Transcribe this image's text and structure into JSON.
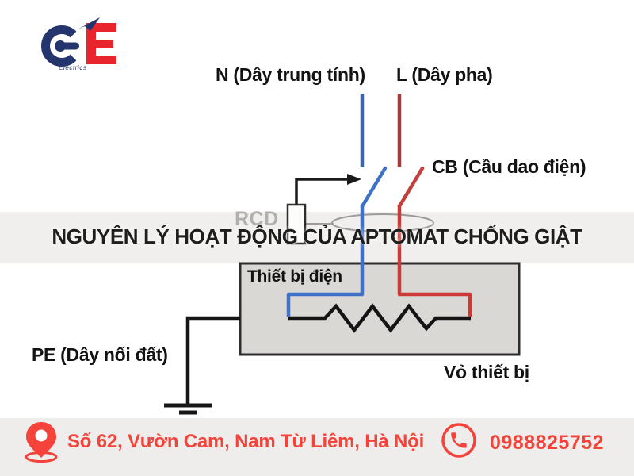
{
  "logo": {
    "letter_e": "E",
    "subtitle": "Electrics"
  },
  "diagram": {
    "label_neutral": "N (Dây trung tính)",
    "label_line": "L (Dây pha)",
    "label_cb": "CB (Cầu dao điện)",
    "label_rcd": "RCD",
    "banner_title": "NGUYÊN LÝ HOẠT ĐỘNG CỦA APTOMAT CHỐNG GIẬT",
    "label_device_box": "Thiết bị điện",
    "label_pe": "PE (Dây nối đất)",
    "label_case": "Vỏ thiết bị"
  },
  "footer": {
    "address": "Số 62, Vườn Cam, Nam Từ Liêm, Hà Nội",
    "phone": "0988825752"
  },
  "colors": {
    "wire_blue": "#3f72c6",
    "wire_blue_top": "#3c66a8",
    "wire_red": "#cc3a38",
    "wire_red_top": "#a63a3a",
    "wire_black": "#161616",
    "device_box_fill": "#dad8d5",
    "device_box_stroke": "#2d2d2d",
    "banner_bg": "#f1efed",
    "footer_bg": "#efedeb",
    "accent_red": "#f4433a",
    "logo_navy": "#24356e",
    "logo_red": "#e8252d",
    "gray_outline": "#9c9a98",
    "rcd_label_gray": "#b2b0ad"
  }
}
